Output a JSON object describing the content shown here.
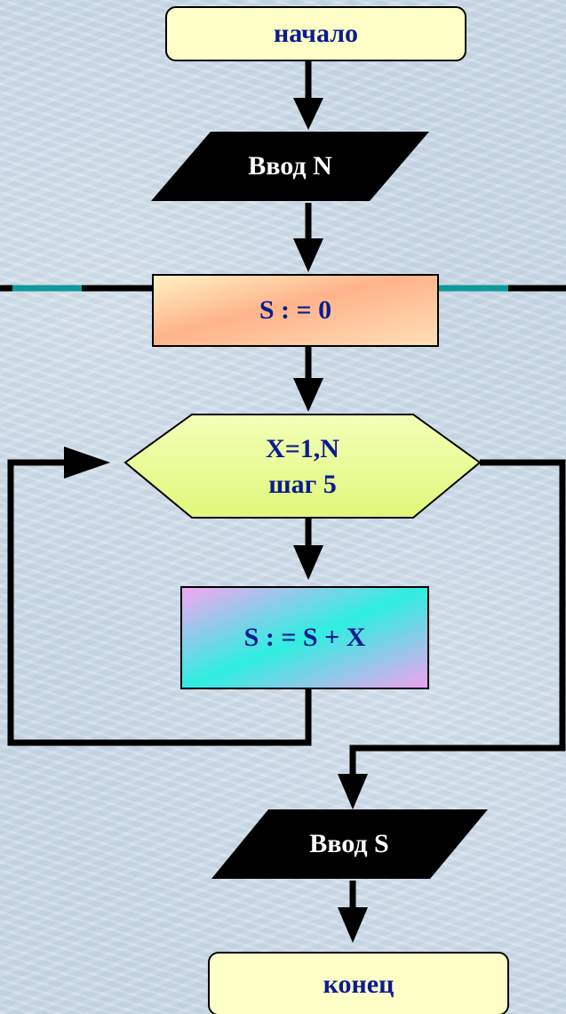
{
  "flowchart": {
    "start": {
      "text": "начало"
    },
    "input_n": {
      "text": "Ввод N"
    },
    "init": {
      "text": "S : = 0"
    },
    "loop": {
      "line1": "X=1,N",
      "line2": "шаг 5"
    },
    "body": {
      "text": "S : = S + X"
    },
    "output_s": {
      "text": "Ввод S"
    },
    "end": {
      "text": "конец"
    }
  },
  "colors": {
    "terminal_fill": "#ffffc8",
    "io_fill": "#000000",
    "loop_fill": "#eaff9a",
    "accent_teal": "#0e9a9a",
    "text_blue": "#0b1c8f",
    "line": "#000000"
  }
}
